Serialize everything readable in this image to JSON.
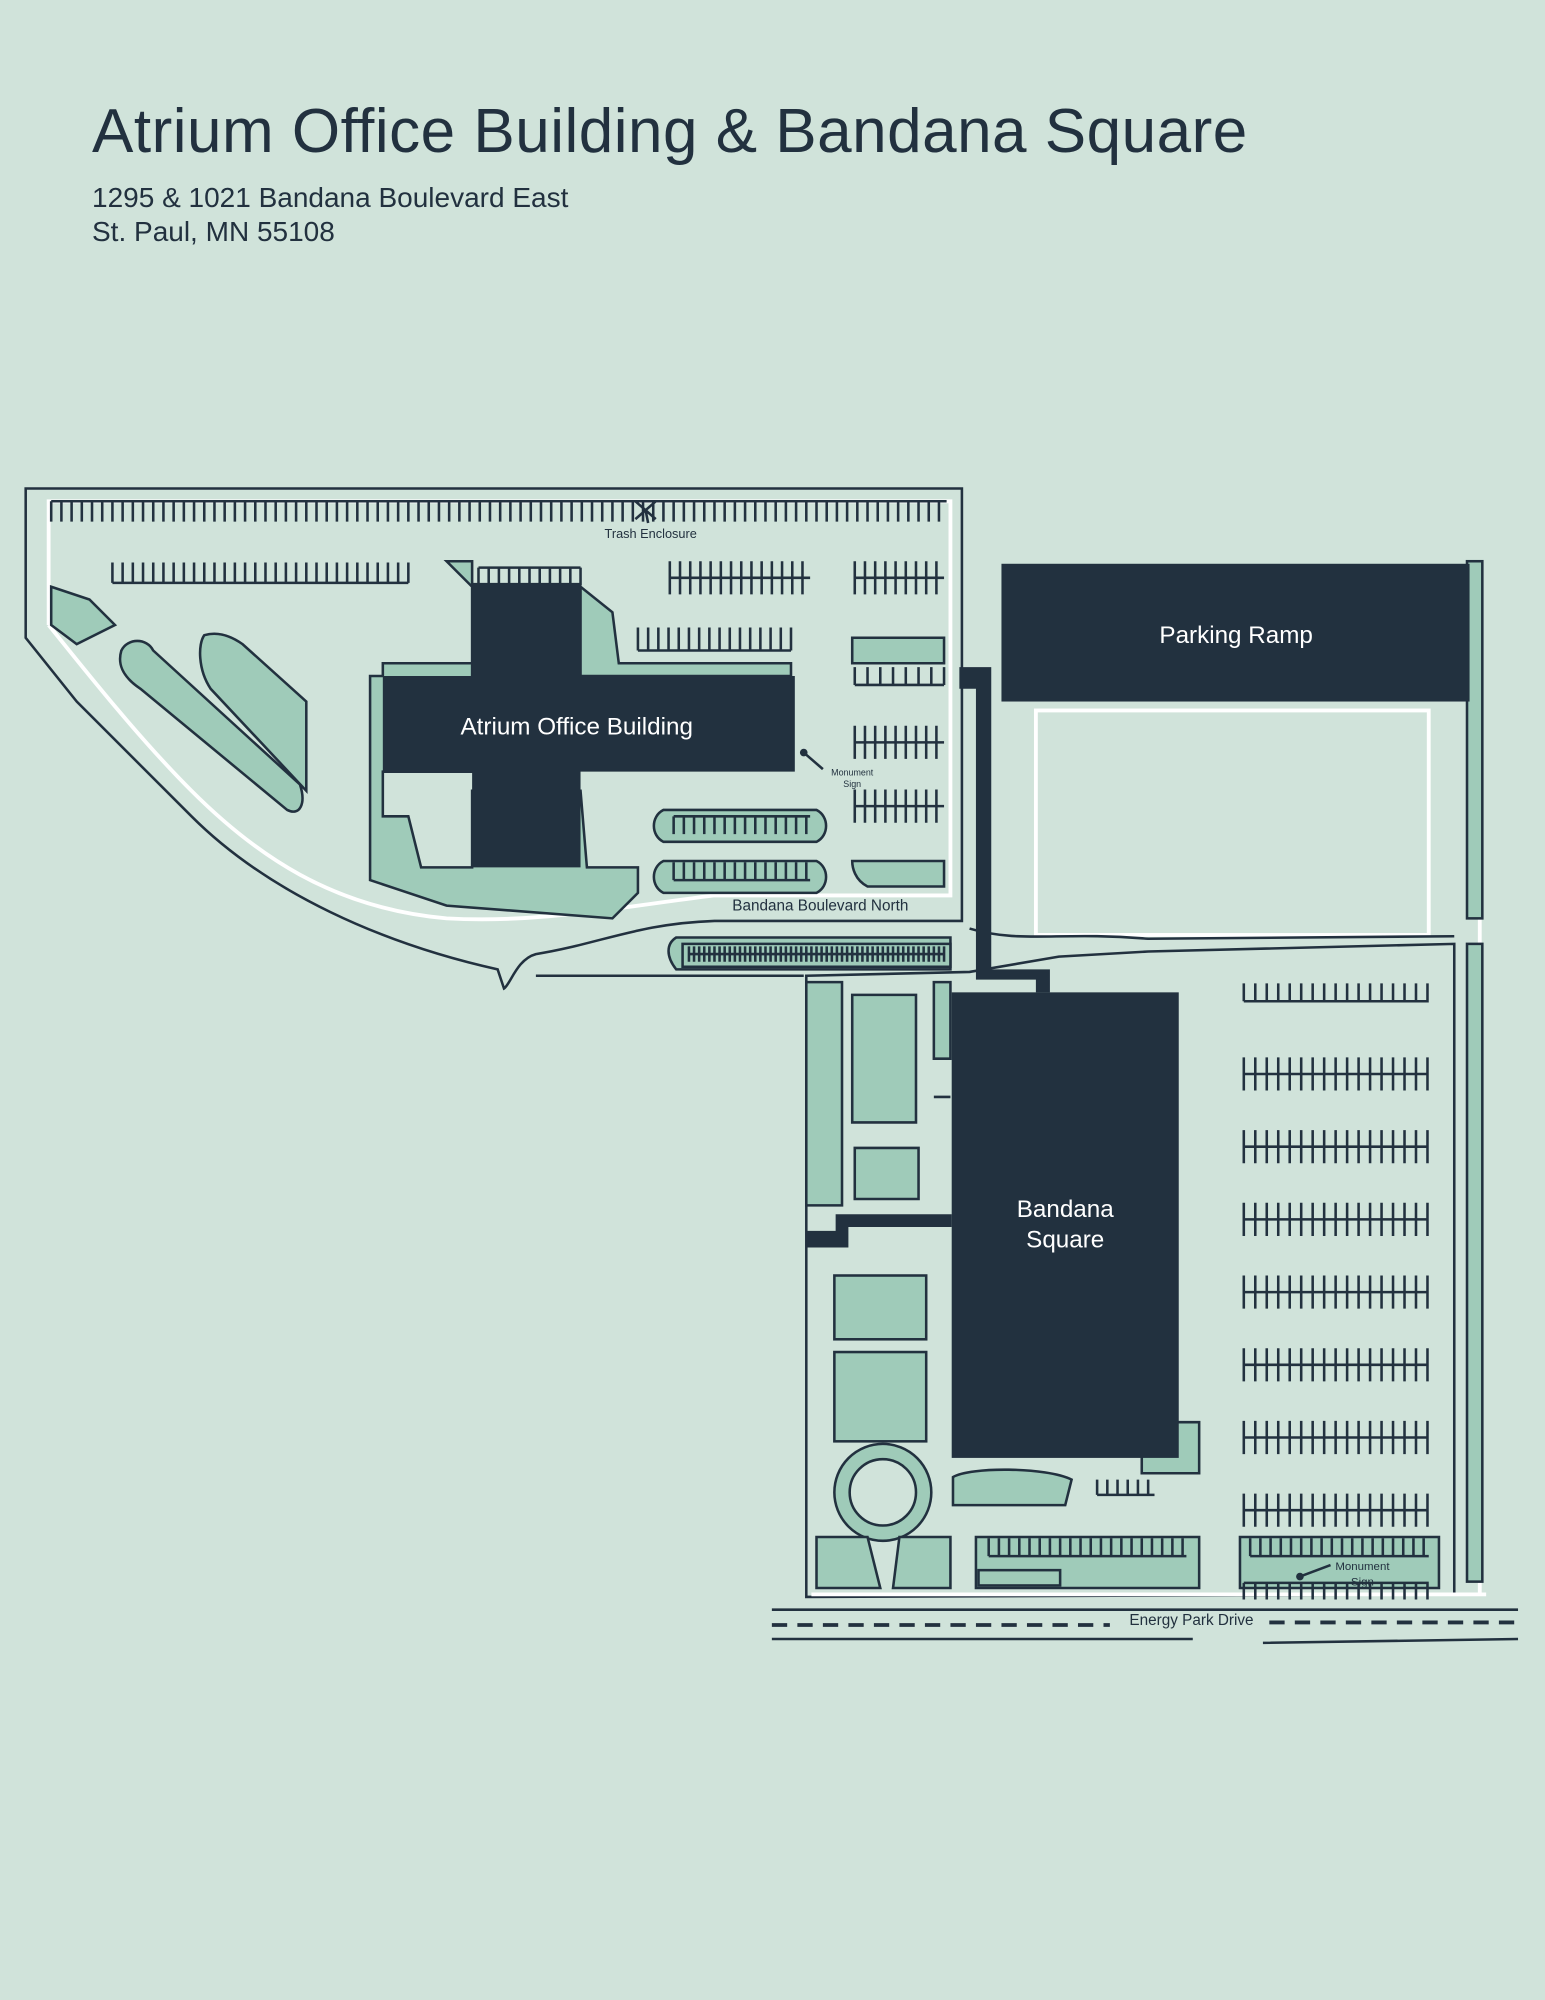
{
  "header": {
    "title": "Atrium Office Building & Bandana Square",
    "address_line1": "1295 & 1021 Bandana Boulevard East",
    "address_line2": "St. Paul, MN 55108"
  },
  "map": {
    "buildings": {
      "atrium": "Atrium Office Building",
      "parking_ramp": "Parking Ramp",
      "bandana_line1": "Bandana",
      "bandana_line2": "Square"
    },
    "labels": {
      "trash": "Trash Enclosure",
      "monument1_line1": "Monument",
      "monument1_line2": "Sign",
      "bandana_blvd": "Bandana Boulevard North",
      "energy_park": "Energy Park Drive",
      "monument2_line1": "Monument",
      "monument2_line2": "Sign"
    },
    "colors": {
      "background": "#d0e3da",
      "landscape": "#9fcbb9",
      "building": "#22313f",
      "property_line": "#ffffff"
    }
  }
}
